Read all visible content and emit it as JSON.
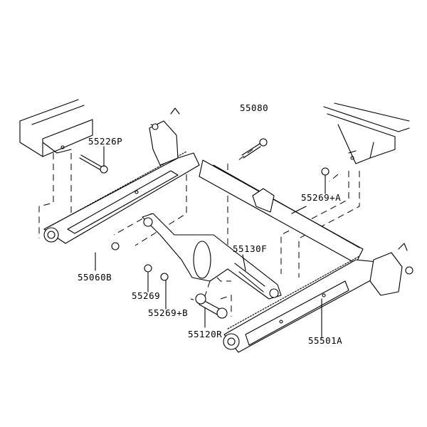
{
  "diagram": {
    "parts": {
      "p55080": "55080",
      "p55226P": "55226P",
      "p55269A": "55269+A",
      "p55060B": "55060B",
      "p55130F": "55130F",
      "p55269": "55269",
      "p55269B": "55269+B",
      "p55120R": "55120R",
      "p55501A": "55501A"
    }
  }
}
